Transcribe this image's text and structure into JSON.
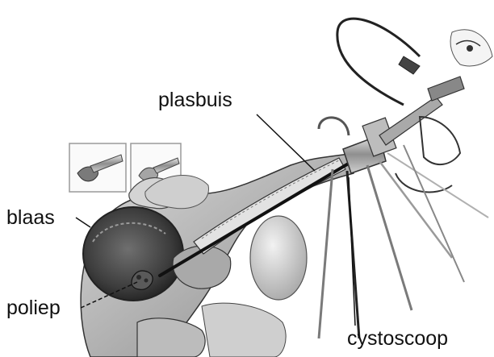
{
  "labels": {
    "urethra": "plasbuis",
    "bladder": "blaas",
    "polyp": "poliep",
    "cystoscope": "cystoscoop"
  },
  "colors": {
    "ink": "#111111",
    "tissue_dark": "#3a3a3a",
    "tissue_mid": "#8c8c8c",
    "tissue_light": "#c9c9c9",
    "metal": "#9a9a9a",
    "background": "#ffffff"
  }
}
